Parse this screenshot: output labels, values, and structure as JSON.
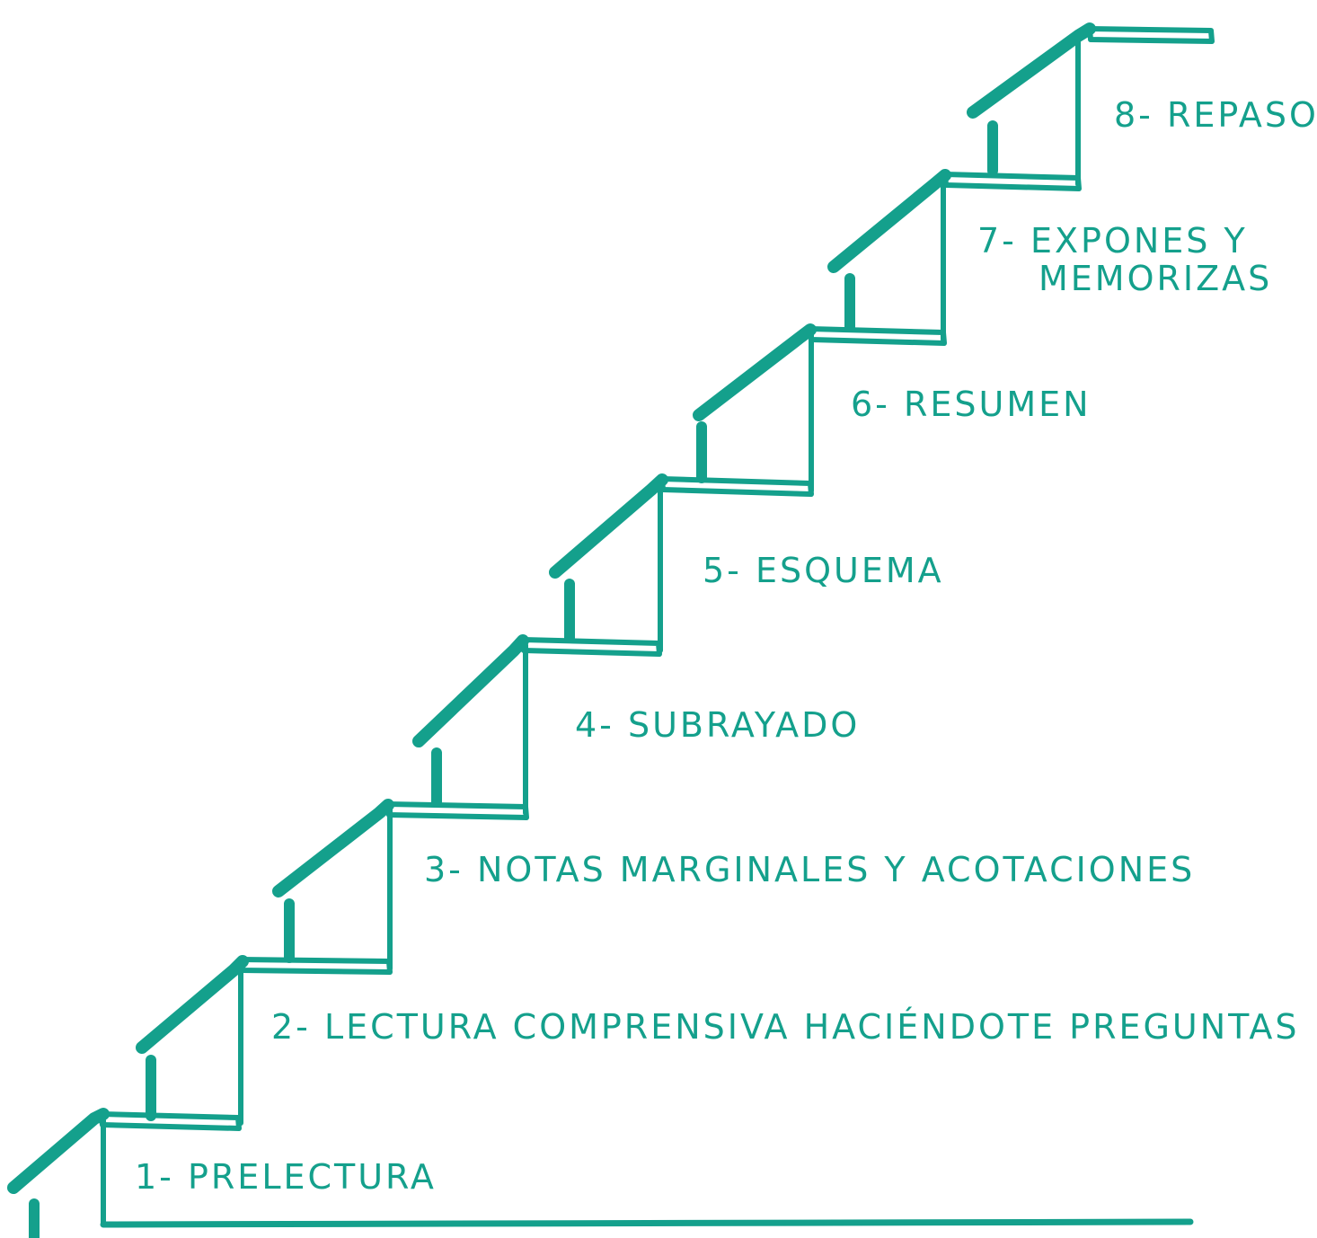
{
  "diagram": {
    "accent_color": "#14a08c",
    "steps": [
      {
        "number": "1-",
        "text": "PRELECTURA"
      },
      {
        "number": "2-",
        "text": "LECTURA COMPRENSIVA HACIÉNDOTE PREGUNTAS"
      },
      {
        "number": "3-",
        "text": "NOTAS MARGINALES Y ACOTACIONES"
      },
      {
        "number": "4-",
        "text": "SUBRAYADO"
      },
      {
        "number": "5-",
        "text": "ESQUEMA"
      },
      {
        "number": "6-",
        "text": "RESUMEN"
      },
      {
        "number": "7-",
        "text": "EXPONES Y",
        "text_line2": "MEMORIZAS"
      },
      {
        "number": "8-",
        "text": "REPASO"
      }
    ]
  }
}
